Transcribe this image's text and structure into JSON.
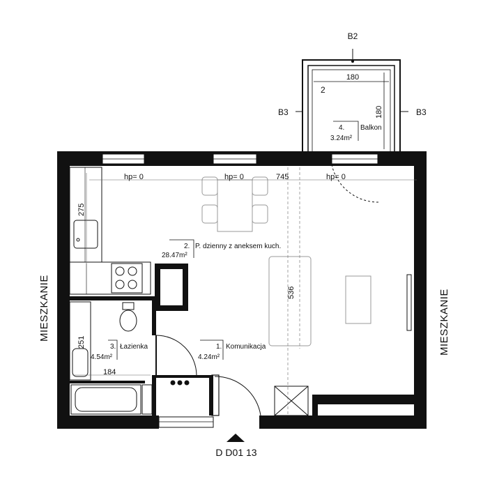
{
  "labels": {
    "b2": "B2",
    "b3_left": "B3",
    "b3_right": "B3",
    "mieszkanie_left": "MIESZKANIE",
    "mieszkanie_right": "MIESZKANIE",
    "unit_code": "D D01 13"
  },
  "dimensions": {
    "balcony_width": "180",
    "balcony_depth": "180",
    "balcony_step": "2",
    "living_width": "745",
    "living_depth": "536",
    "kitchen_len": "275",
    "bath_height": "251",
    "bath_width": "184"
  },
  "window_heights": {
    "w1": "hp= 0",
    "w2": "hp= 0",
    "w3": "hp= 0"
  },
  "rooms": [
    {
      "num": "2.",
      "name": "P. dzienny z aneksem kuch.",
      "area": "28.47m²"
    },
    {
      "num": "3.",
      "name": "Łazienka",
      "area": "4.54m²"
    },
    {
      "num": "1.",
      "name": "Komunikacja",
      "area": "4.24m²"
    },
    {
      "num": "4.",
      "name": "Balkon",
      "area": "3.24m²"
    }
  ]
}
